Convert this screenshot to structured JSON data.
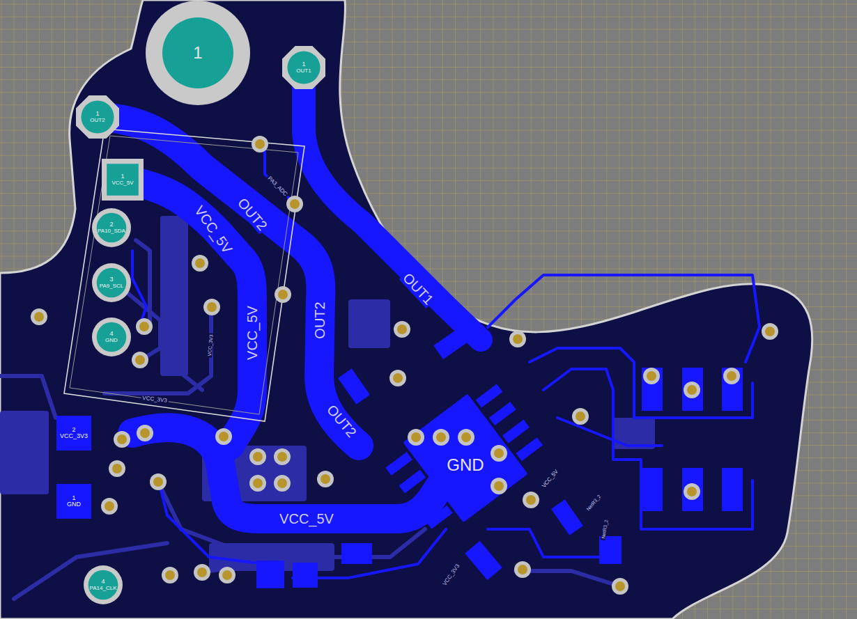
{
  "diagram": {
    "nodes": [
      {
        "text": [
          "1"
        ]
      },
      {
        "text": [
          "1",
          "OUT1"
        ]
      },
      {
        "text": [
          "1",
          "OUT2"
        ]
      },
      {
        "text": [
          "1",
          "VCC_5V"
        ]
      },
      {
        "text": [
          "2",
          "PA10_SDA"
        ]
      },
      {
        "text": [
          "3",
          "PA9_SCL"
        ]
      },
      {
        "text": [
          "4",
          "GND"
        ]
      },
      {
        "text": [
          "2",
          "VCC_3V3"
        ]
      },
      {
        "text": [
          "1",
          "GND"
        ]
      },
      {
        "text": [
          "4",
          "PA14_CLK"
        ]
      }
    ],
    "labels": [
      "OUT2",
      "VCC_5V",
      "VCC_5V",
      "OUT2",
      "OUT1",
      "OUT2",
      "VCC_5V",
      "GND",
      "PA3_ADC",
      "VCC_3V3",
      "VCC_3V3",
      "VCC_5V",
      "NetR3_2",
      "NetR3_2",
      "VCC_3V3"
    ]
  }
}
